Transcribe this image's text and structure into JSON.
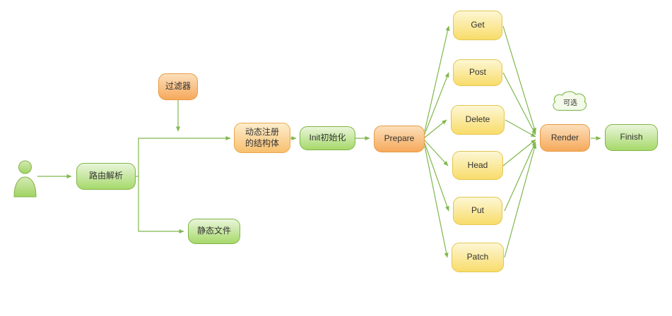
{
  "diagram": {
    "nodes": {
      "route": {
        "label": "路由解析"
      },
      "filter": {
        "label": "过滤器"
      },
      "static_files": {
        "label": "静态文件"
      },
      "struct": {
        "line1": "动态注册",
        "line2": "的结构体"
      },
      "init": {
        "label": "Init初始化"
      },
      "prepare": {
        "label": "Prepare"
      },
      "methods": {
        "get": {
          "label": "Get"
        },
        "post": {
          "label": "Post"
        },
        "delete": {
          "label": "Delete"
        },
        "head": {
          "label": "Head"
        },
        "put": {
          "label": "Put"
        },
        "patch": {
          "label": "Patch"
        }
      },
      "render": {
        "label": "Render"
      },
      "finish": {
        "label": "Finish"
      },
      "optional_note": {
        "label": "可选"
      }
    },
    "icons": {
      "actor": "person-icon",
      "optional": "cloud-callout"
    },
    "colors": {
      "edge": "#7fb84d",
      "green_border": "#82b347",
      "orange_border": "#e89a43",
      "yellow_border": "#e3c64f"
    }
  }
}
